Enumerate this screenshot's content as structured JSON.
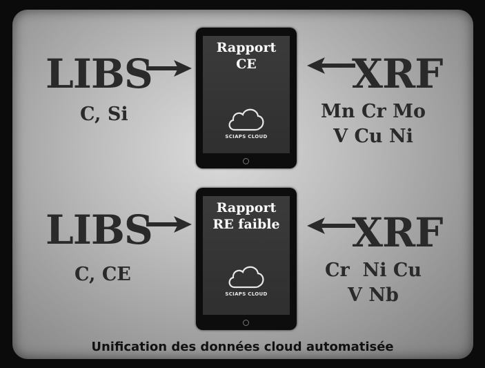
{
  "row1": {
    "left_title": "LIBS",
    "left_elements": "C, Si",
    "right_title": "XRF",
    "right_elements_line1": "Mn Cr Mo",
    "right_elements_line2": "V Cu Ni",
    "tablet_title_line1": "Rapport",
    "tablet_title_line2": "CE",
    "cloud_label": "SCIAPS CLOUD"
  },
  "row2": {
    "left_title": "LIBS",
    "left_elements": "C, CE",
    "right_title": "XRF",
    "right_elements_line1": "Cr  Ni Cu",
    "right_elements_line2": "V Nb",
    "tablet_title_line1": "Rapport",
    "tablet_title_line2": "RE faible",
    "cloud_label": "SCIAPS CLOUD"
  },
  "footer": "Unification des données cloud automatisée",
  "colors": {
    "background": "#0b0b0b",
    "panel": "#bdbdbd",
    "text": "#2a2a2a",
    "tablet": "#0d0d0d",
    "screen": "#333333"
  },
  "icons": [
    "arrow-right-icon",
    "arrow-left-icon",
    "cloud-icon",
    "home-button-icon"
  ]
}
